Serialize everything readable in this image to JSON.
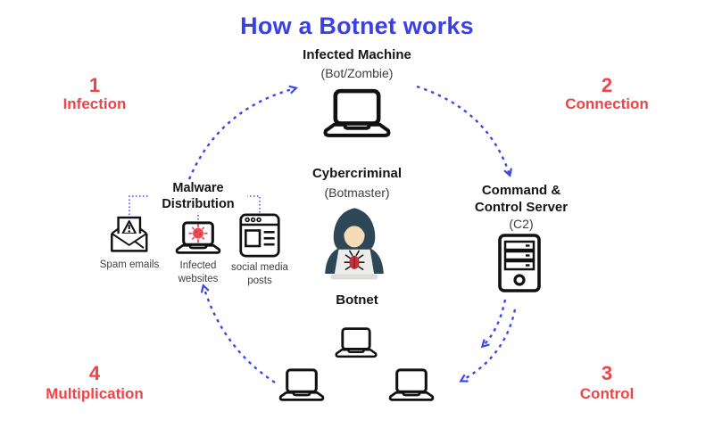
{
  "title": "How a Botnet works",
  "colors": {
    "accent_blue": "#3b40e3",
    "accent_red": "#ee4348",
    "connector_blue": "#3c47e8",
    "hood_dark": "#2e4757",
    "face_tan": "#f5dcb6",
    "virus_red": "#e84a57"
  },
  "steps": [
    {
      "number": "1",
      "label": "Infection"
    },
    {
      "number": "2",
      "label": "Connection"
    },
    {
      "number": "3",
      "label": "Control"
    },
    {
      "number": "4",
      "label": "Multiplication"
    }
  ],
  "nodes": {
    "infected_machine": {
      "title": "Infected Machine",
      "subtitle": "(Bot/Zombie)",
      "icon": "laptop-icon"
    },
    "malware_distribution": {
      "title": "Malware Distribution",
      "channels": [
        {
          "label": "Spam emails",
          "icon": "spam-envelope-icon"
        },
        {
          "label": "Infected websites",
          "icon": "infected-laptop-icon"
        },
        {
          "label": "social media posts",
          "icon": "browser-window-icon"
        }
      ]
    },
    "cybercriminal": {
      "title": "Cybercriminal",
      "subtitle": "(Botmaster)",
      "icon": "hooded-hacker-icon"
    },
    "c2_server": {
      "title": "Command & Control Server",
      "subtitle": "(C2)",
      "icon": "server-tower-icon"
    },
    "botnet": {
      "title": "Botnet",
      "icon": "laptop-icon"
    }
  }
}
